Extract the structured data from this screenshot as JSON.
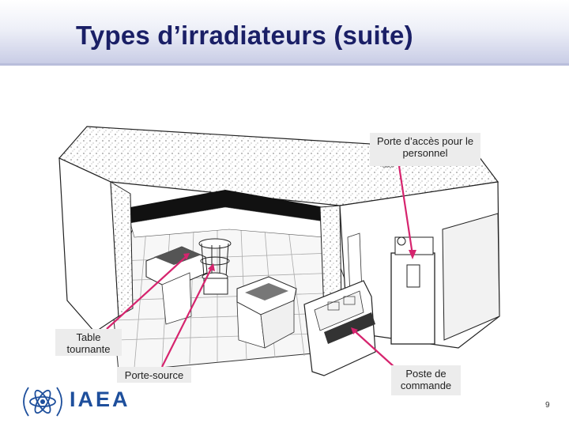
{
  "slide": {
    "title": "Types d’irradiateurs (suite)",
    "page_number": "9"
  },
  "callouts": {
    "access_door": "Porte d’accès pour le personnel",
    "turntable": "Table tournante",
    "source_door": "Porte-source",
    "control_console": "Poste de commande"
  },
  "figure": {
    "door_caption": "door"
  },
  "logo": {
    "text": "IAEA",
    "color": "#1e4f9c"
  },
  "colors": {
    "title": "#1a1f66",
    "arrow": "#d6246e",
    "callout_bg": "#ececec"
  }
}
